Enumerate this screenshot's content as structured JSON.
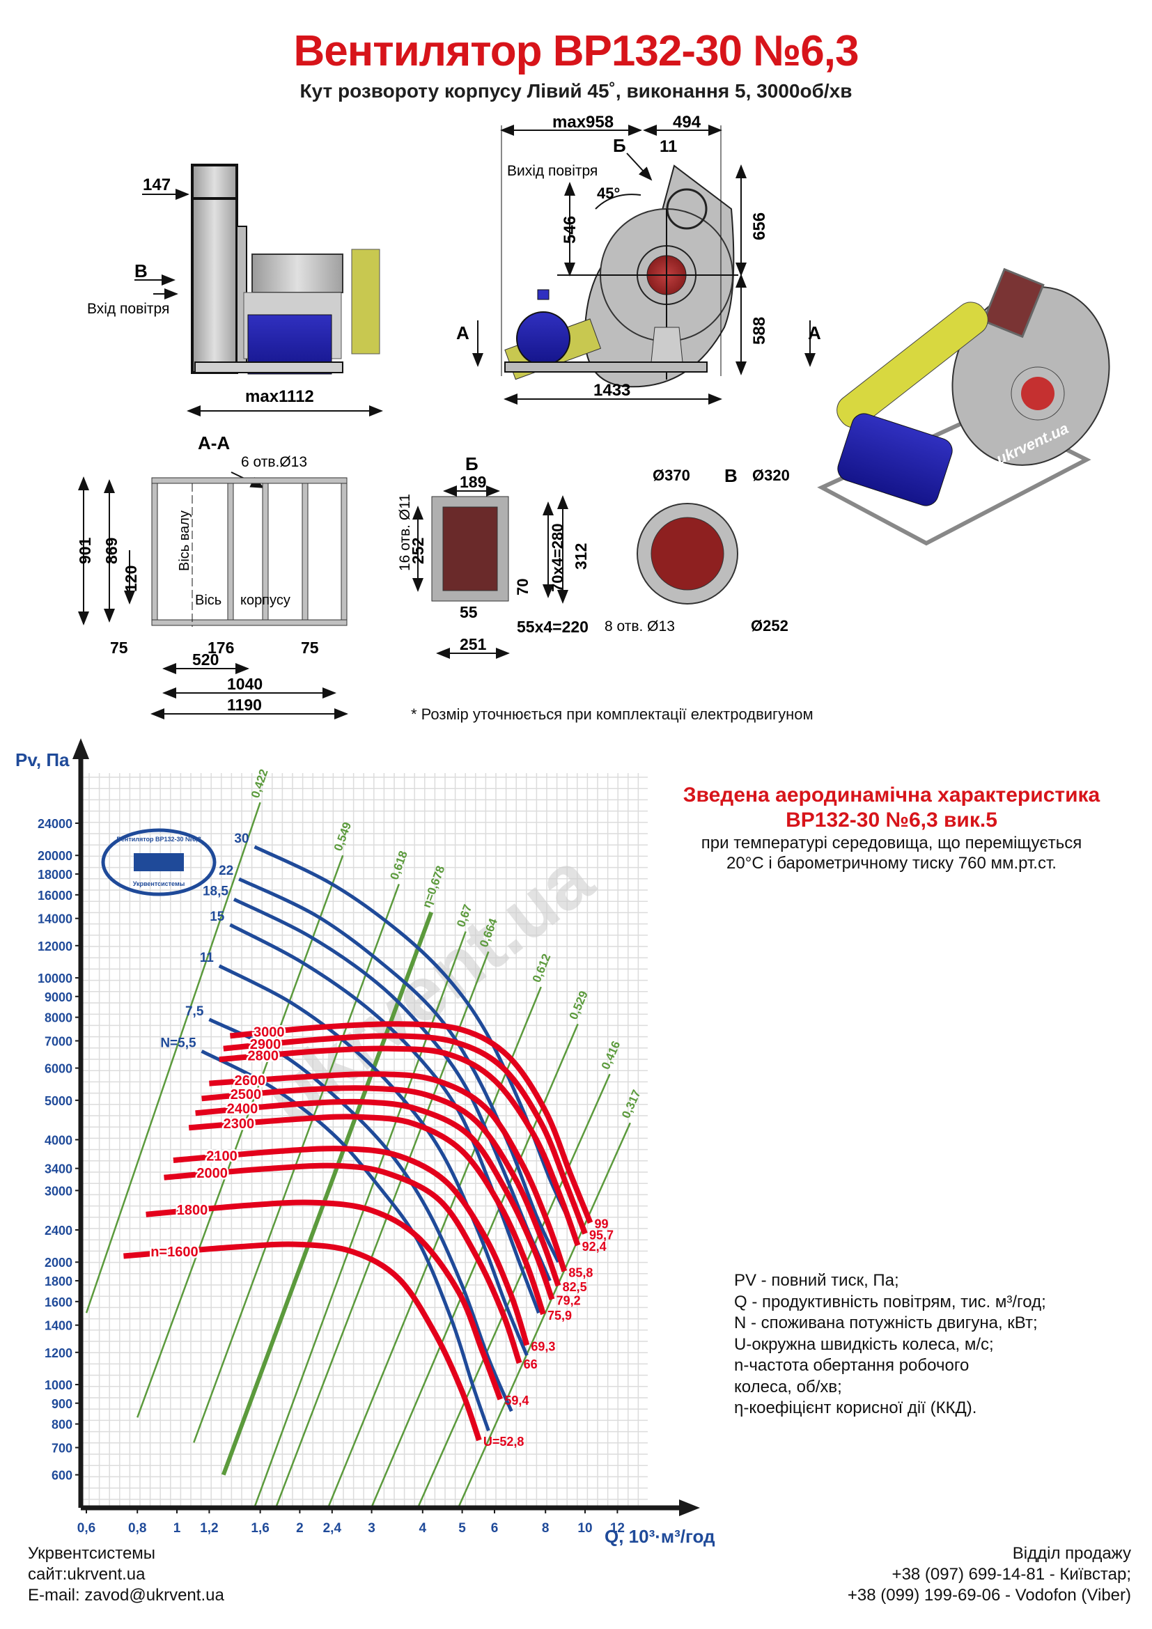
{
  "header": {
    "title": "Вентилятор ВР132-30 №6,3",
    "subtitle": "Кут розвороту корпусу Лівий 45˚, виконання 5, 3000об/хв"
  },
  "side_view": {
    "dim_147": "147",
    "marker_v": "В",
    "air_inlet_label": "Вхід повітря",
    "dim_max1112": "max1112"
  },
  "front_view": {
    "dim_max958": "max958",
    "dim_494": "494",
    "marker_b": "Б",
    "dim_11": "11",
    "air_outlet_label": "Вихід повітря",
    "angle_label": "45°",
    "dim_546": "546",
    "dim_656": "656",
    "dim_588": "588",
    "dim_1433": "1433",
    "section_mark_left": "A",
    "section_mark_right": "A"
  },
  "section_aa": {
    "title": "А-А",
    "holes": "6 отв.Ø13",
    "dim_901": "901",
    "dim_869": "869",
    "dim_120": "120",
    "shaft_axis": "Вісь валу",
    "body_axis_1": "Вісь",
    "body_axis_2": "корпусу",
    "dim_75_left": "75",
    "dim_176": "176",
    "dim_75_right": "75",
    "dim_520": "520",
    "dim_1040": "1040",
    "dim_1190": "1190"
  },
  "view_b": {
    "title": "Б",
    "dim_189": "189",
    "holes": "16 отв. Ø11",
    "dim_252": "252",
    "dim_70x4": "70х4=280",
    "dim_312": "312",
    "dim_70": "70",
    "dim_55": "55",
    "dim_55x4": "55х4=220",
    "dim_251": "251"
  },
  "view_v": {
    "title": "В",
    "d370": "Ø370",
    "d320": "Ø320",
    "holes": "8 отв. Ø13",
    "d252": "Ø252"
  },
  "watermark": "ukrvent.ua",
  "note": "* Розмір уточнюється при комплектації електродвигуном",
  "stamp": {
    "top": "Вентилятор ВР132-30 №6,3",
    "bottom": "Укрвентсистемы"
  },
  "chart_info": {
    "title_line1": "Зведена аеродинамічна характеристика",
    "title_line2": "ВР132-30 №6,3 вик.5",
    "sub_line1": "при температурі середовища, що переміщується",
    "sub_line2": "20°С і барометричному тиску 760 мм.рт.ст."
  },
  "legend_lines": [
    "PV - повний тиск, Па;",
    "Q - продуктивність повітрям, тис. м³/год;",
    "N - споживана потужність двигуна, кВт;",
    "U-окружна швидкість колеса, м/с;",
    "n-частота обертання робочого",
    "колеса, об/хв;",
    "η-коефіцієнт корисної дії (ККД)."
  ],
  "footer": {
    "company": "Укрвентсистемы",
    "site": "сайт:ukrvent.ua",
    "email": "E-mail: zavod@ukrvent.ua",
    "sales_title": "Відділ продажу",
    "phone1": "+38 (097) 699-14-81 - Київстар;",
    "phone2": "+38 (099) 199-69-06 - Vodofon (Viber)"
  },
  "chart_data": {
    "type": "line",
    "title": "Зведена аеродинамічна характеристика ВР132-30 №6,3 вик.5",
    "xlabel": "Q, 10³·м³/год",
    "ylabel": "Pv, Па",
    "xscale": "log",
    "yscale": "log",
    "xlim": [
      0.57,
      14
    ],
    "ylim": [
      480,
      30000
    ],
    "x_ticks": [
      0.6,
      0.8,
      1,
      1.2,
      1.6,
      2,
      2.4,
      3,
      4,
      5,
      6,
      8,
      10,
      12
    ],
    "x_tick_labels": [
      "0,6",
      "0,8",
      "1",
      "1,2",
      "1,6",
      "2",
      "2,4",
      "3",
      "4",
      "5",
      "6",
      "8",
      "10",
      "12"
    ],
    "y_ticks": [
      600,
      700,
      800,
      900,
      1000,
      1200,
      1400,
      1600,
      1800,
      2000,
      2400,
      3000,
      3400,
      4000,
      5000,
      6000,
      7000,
      8000,
      9000,
      10000,
      12000,
      14000,
      16000,
      18000,
      20000,
      24000
    ],
    "grid": true,
    "speed_curves": {
      "color": "#e3001b",
      "series": [
        {
          "name": "3000",
          "label": "3000",
          "u_label": "99",
          "points": [
            [
              1.35,
              7200
            ],
            [
              2.2,
              7550
            ],
            [
              3.5,
              7700
            ],
            [
              5,
              7450
            ],
            [
              6.5,
              6400
            ],
            [
              8,
              4700
            ],
            [
              9.2,
              3300
            ],
            [
              10.3,
              2500
            ]
          ]
        },
        {
          "name": "2900",
          "label": "2900",
          "u_label": "95,7",
          "points": [
            [
              1.3,
              6700
            ],
            [
              2.2,
              7050
            ],
            [
              3.4,
              7200
            ],
            [
              4.8,
              6950
            ],
            [
              6.3,
              6000
            ],
            [
              7.8,
              4400
            ],
            [
              9,
              3100
            ],
            [
              10,
              2350
            ]
          ]
        },
        {
          "name": "2800",
          "label": "2800",
          "u_label": "92,4",
          "points": [
            [
              1.27,
              6300
            ],
            [
              2.2,
              6600
            ],
            [
              3.3,
              6700
            ],
            [
              4.6,
              6500
            ],
            [
              6,
              5600
            ],
            [
              7.5,
              4100
            ],
            [
              8.7,
              2900
            ],
            [
              9.6,
              2200
            ]
          ]
        },
        {
          "name": "2600",
          "label": "2600",
          "u_label": "85,8",
          "points": [
            [
              1.2,
              5500
            ],
            [
              2,
              5700
            ],
            [
              3.1,
              5800
            ],
            [
              4.3,
              5600
            ],
            [
              5.7,
              4800
            ],
            [
              7,
              3500
            ],
            [
              8.1,
              2500
            ],
            [
              8.9,
              1900
            ]
          ]
        },
        {
          "name": "2500",
          "label": "2500",
          "u_label": "82,5",
          "points": [
            [
              1.15,
              5050
            ],
            [
              2,
              5300
            ],
            [
              3,
              5350
            ],
            [
              4.1,
              5150
            ],
            [
              5.4,
              4450
            ],
            [
              6.7,
              3250
            ],
            [
              7.8,
              2300
            ],
            [
              8.6,
              1750
            ]
          ]
        },
        {
          "name": "2400",
          "label": "2400",
          "u_label": "79,2",
          "points": [
            [
              1.11,
              4650
            ],
            [
              2,
              4900
            ],
            [
              2.9,
              4950
            ],
            [
              3.9,
              4750
            ],
            [
              5.2,
              4100
            ],
            [
              6.4,
              3000
            ],
            [
              7.5,
              2150
            ],
            [
              8.3,
              1620
            ]
          ]
        },
        {
          "name": "2300",
          "label": "2300",
          "u_label": "75,9",
          "points": [
            [
              1.07,
              4280
            ],
            [
              2,
              4500
            ],
            [
              2.8,
              4550
            ],
            [
              3.8,
              4380
            ],
            [
              5,
              3750
            ],
            [
              6.2,
              2750
            ],
            [
              7.2,
              1970
            ],
            [
              7.9,
              1490
            ]
          ]
        },
        {
          "name": "2100",
          "label": "2100",
          "u_label": "69,3",
          "points": [
            [
              0.98,
              3560
            ],
            [
              1.8,
              3750
            ],
            [
              2.6,
              3800
            ],
            [
              3.5,
              3650
            ],
            [
              4.6,
              3130
            ],
            [
              5.7,
              2300
            ],
            [
              6.6,
              1650
            ],
            [
              7.2,
              1250
            ]
          ]
        },
        {
          "name": "2000",
          "label": "2000",
          "u_label": "66",
          "points": [
            [
              0.93,
              3230
            ],
            [
              1.7,
              3400
            ],
            [
              2.5,
              3450
            ],
            [
              3.3,
              3300
            ],
            [
              4.4,
              2840
            ],
            [
              5.4,
              2080
            ],
            [
              6.3,
              1490
            ],
            [
              6.9,
              1130
            ]
          ]
        },
        {
          "name": "1800",
          "label": "1800",
          "u_label": "59,4",
          "points": [
            [
              0.84,
              2620
            ],
            [
              1.5,
              2760
            ],
            [
              2.2,
              2800
            ],
            [
              3,
              2680
            ],
            [
              3.9,
              2300
            ],
            [
              4.9,
              1690
            ],
            [
              5.6,
              1210
            ],
            [
              6.2,
              920
            ]
          ]
        },
        {
          "name": "1600",
          "label": "n=1600",
          "u_label": "U=52,8",
          "points": [
            [
              0.74,
              2070
            ],
            [
              1.4,
              2180
            ],
            [
              2,
              2210
            ],
            [
              2.7,
              2120
            ],
            [
              3.5,
              1820
            ],
            [
              4.3,
              1330
            ],
            [
              5,
              960
            ],
            [
              5.5,
              730
            ]
          ]
        }
      ]
    },
    "power_curves": {
      "color": "#1f4a99",
      "series": [
        {
          "name": "30",
          "label": "30",
          "points": [
            [
              1.55,
              21000
            ],
            [
              2.4,
              17000
            ],
            [
              3.5,
              13000
            ],
            [
              4.6,
              10000
            ],
            [
              5.7,
              7400
            ],
            [
              7,
              4800
            ],
            [
              8.2,
              3200
            ],
            [
              9.2,
              2500
            ]
          ]
        },
        {
          "name": "22",
          "label": "22",
          "points": [
            [
              1.42,
              17500
            ],
            [
              2.2,
              14200
            ],
            [
              3.2,
              10800
            ],
            [
              4.3,
              8200
            ],
            [
              5.3,
              6000
            ],
            [
              6.5,
              3900
            ],
            [
              7.6,
              2600
            ],
            [
              8.6,
              2000
            ]
          ]
        },
        {
          "name": "18,5",
          "label": "18,5",
          "points": [
            [
              1.38,
              15600
            ],
            [
              2.1,
              12700
            ],
            [
              3.1,
              9700
            ],
            [
              4.1,
              7300
            ],
            [
              5.1,
              5400
            ],
            [
              6.2,
              3500
            ],
            [
              7.3,
              2350
            ],
            [
              8.2,
              1800
            ]
          ]
        },
        {
          "name": "15",
          "label": "15",
          "points": [
            [
              1.35,
              13500
            ],
            [
              2,
              11000
            ],
            [
              2.9,
              8500
            ],
            [
              3.9,
              6400
            ],
            [
              4.9,
              4700
            ],
            [
              5.9,
              3050
            ],
            [
              6.9,
              2000
            ],
            [
              7.7,
              1500
            ]
          ]
        },
        {
          "name": "11",
          "label": "11",
          "points": [
            [
              1.27,
              10700
            ],
            [
              1.9,
              8700
            ],
            [
              2.7,
              6700
            ],
            [
              3.6,
              5000
            ],
            [
              4.5,
              3650
            ],
            [
              5.5,
              2350
            ],
            [
              6.4,
              1570
            ],
            [
              7.2,
              1180
            ]
          ]
        },
        {
          "name": "7,5",
          "label": "7,5",
          "points": [
            [
              1.2,
              7900
            ],
            [
              1.8,
              6500
            ],
            [
              2.5,
              5000
            ],
            [
              3.3,
              3750
            ],
            [
              4.1,
              2700
            ],
            [
              5,
              1750
            ],
            [
              5.8,
              1160
            ],
            [
              6.6,
              860
            ]
          ]
        },
        {
          "name": "5,5",
          "label": "N=5,5",
          "points": [
            [
              1.15,
              6600
            ],
            [
              1.7,
              5400
            ],
            [
              2.4,
              4150
            ],
            [
              3.1,
              3100
            ],
            [
              3.9,
              2250
            ],
            [
              4.7,
              1450
            ],
            [
              5.3,
              1000
            ],
            [
              5.8,
              770
            ]
          ]
        }
      ]
    },
    "efficiency_lines": {
      "color": "#5b9a3c",
      "series": [
        {
          "name": "0.422",
          "label": "0,422",
          "highlight": false,
          "points": [
            [
              0.6,
              1500
            ],
            [
              1.6,
              27000
            ]
          ]
        },
        {
          "name": "0.549",
          "label": "0,549",
          "highlight": false,
          "points": [
            [
              0.8,
              830
            ],
            [
              2.55,
              20000
            ]
          ]
        },
        {
          "name": "0.618",
          "label": "0,618",
          "highlight": false,
          "points": [
            [
              1.1,
              720
            ],
            [
              3.5,
              17000
            ]
          ]
        },
        {
          "name": "0.678",
          "label": "η=0,678",
          "highlight": true,
          "points": [
            [
              1.3,
              600
            ],
            [
              4.2,
              14500
            ]
          ]
        },
        {
          "name": "0.67",
          "label": "0,67",
          "highlight": false,
          "points": [
            [
              1.55,
              500
            ],
            [
              5.1,
              13000
            ]
          ]
        },
        {
          "name": "0.664",
          "label": "0,664",
          "highlight": false,
          "points": [
            [
              1.75,
              500
            ],
            [
              5.8,
              11600
            ]
          ]
        },
        {
          "name": "0.612",
          "label": "0,612",
          "highlight": false,
          "points": [
            [
              2.35,
              500
            ],
            [
              7.8,
              9500
            ]
          ]
        },
        {
          "name": "0.529",
          "label": "0,529",
          "highlight": false,
          "points": [
            [
              3,
              500
            ],
            [
              9.6,
              7700
            ]
          ]
        },
        {
          "name": "0.416",
          "label": "0,416",
          "highlight": false,
          "points": [
            [
              3.9,
              500
            ],
            [
              11.5,
              5800
            ]
          ]
        },
        {
          "name": "0.317",
          "label": "0,317",
          "highlight": false,
          "points": [
            [
              4.9,
              500
            ],
            [
              12.9,
              4400
            ]
          ]
        }
      ]
    }
  }
}
